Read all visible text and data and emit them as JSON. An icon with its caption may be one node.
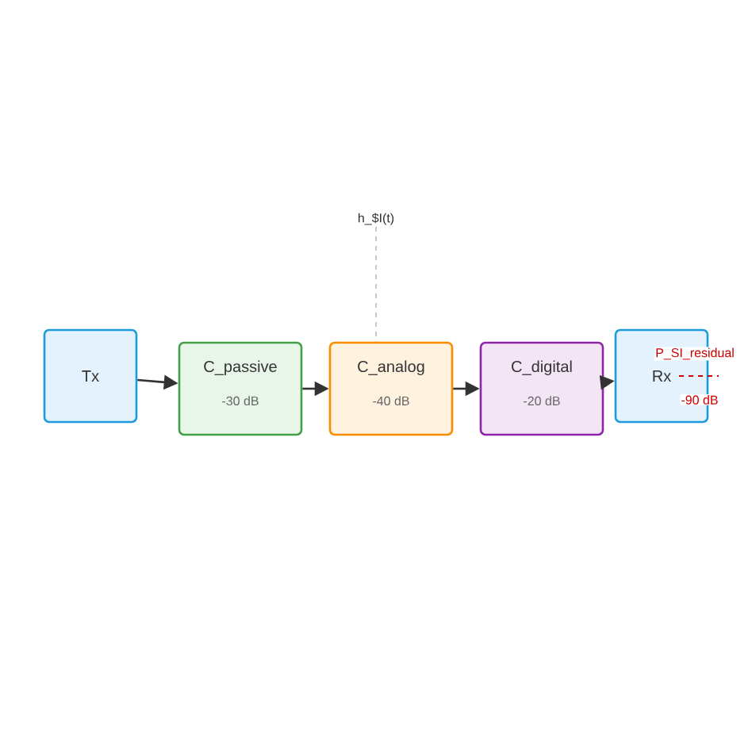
{
  "diagram": {
    "nodes": [
      {
        "text": [
          "Tx"
        ]
      },
      {
        "text": [
          "C_passive",
          "-30 dB"
        ]
      },
      {
        "text": [
          "C_analog",
          "-40 dB"
        ]
      },
      {
        "text": [
          "C_digital",
          "-20 dB"
        ]
      },
      {
        "text": [
          "Rx"
        ]
      },
      {
        "text": [
          "h_$I(t)"
        ]
      }
    ],
    "edges": [
      {
        "from": 0,
        "to": 1,
        "arrow": "to"
      },
      {
        "from": 1,
        "to": 2,
        "arrow": "to"
      },
      {
        "from": 2,
        "to": 3,
        "arrow": "to"
      },
      {
        "from": 3,
        "to": 4,
        "arrow": "to"
      },
      {
        "from": 5,
        "to": 2,
        "arrow": "none",
        "style": "dashed",
        "color": "#777777"
      }
    ],
    "labels": [
      "P_SI_residual",
      "-90 dB"
    ]
  }
}
